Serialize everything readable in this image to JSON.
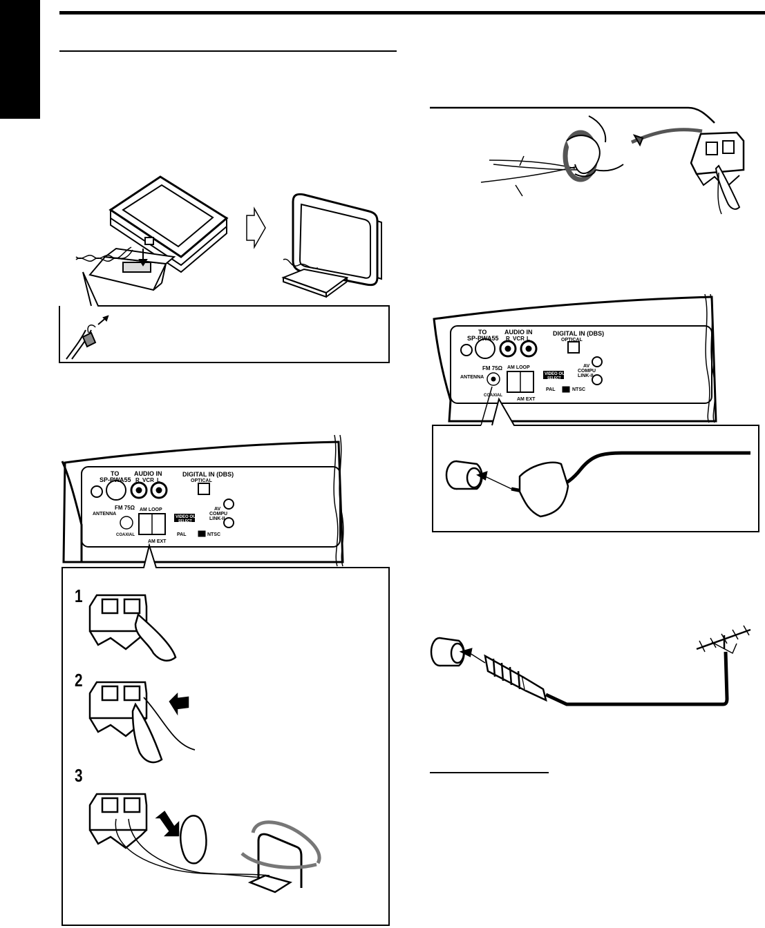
{
  "steps": [
    "1",
    "2",
    "3"
  ],
  "panel_small": {
    "to_label": "TO",
    "sp_label": "SP-PWA55",
    "audio_in": "AUDIO IN",
    "r_label": "R",
    "vcr": "VCR",
    "l_label": "L",
    "digital_in": "DIGITAL IN (DBS)",
    "optical": "OPTICAL",
    "antenna": "ANTENNA",
    "fm": "FM 75Ω",
    "coaxial": "COAXIAL",
    "am_loop": "AM LOOP",
    "am_ext": "AM EXT",
    "video_out": "VIDEO OUT",
    "select": "SELECT",
    "pal": "PAL",
    "ntsc": "NTSC",
    "av": "AV",
    "compu": "COMPU",
    "link": "LINK-II"
  },
  "panel_large": {
    "to_label": "TO",
    "sp_label": "SP-PWA55",
    "audio_in": "AUDIO IN",
    "r_label": "R",
    "vcr": "VCR",
    "l_label": "L",
    "digital_in": "DIGITAL IN (DBS)",
    "optical": "OPTICAL",
    "antenna": "ANTENNA",
    "fm": "FM 75Ω",
    "coaxial": "COAXIAL",
    "am_loop": "AM LOOP",
    "am_ext": "AM EXT",
    "video_out": "VIDEO OUT",
    "select": "SELECT",
    "pal": "PAL",
    "ntsc": "NTSC",
    "av": "AV",
    "compu": "COMPU",
    "link": "LINK-II"
  }
}
